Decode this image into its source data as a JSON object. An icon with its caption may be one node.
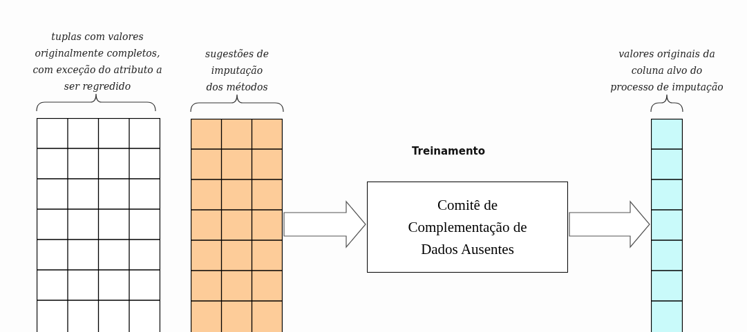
{
  "diagram": {
    "nodes": [
      {
        "text": [],
        "shape": "grid",
        "beside": [
          "tuplas com valores originalmente completos, com exceção do atributo a ser regredido"
        ]
      },
      {
        "text": [],
        "shape": "grid",
        "beside": [
          "sugestões de imputação dos métodos"
        ]
      },
      {
        "text": [
          "Treinamento",
          "Comitê de Complementação de Dados Ausentes"
        ]
      },
      {
        "text": [],
        "shape": "grid",
        "beside": [
          "valores originais da coluna alvo do processo de imputação"
        ]
      }
    ],
    "edges": [
      {
        "from": 1,
        "to": 2,
        "arrow": "to"
      },
      {
        "from": 2,
        "to": 3,
        "arrow": "to"
      }
    ]
  }
}
